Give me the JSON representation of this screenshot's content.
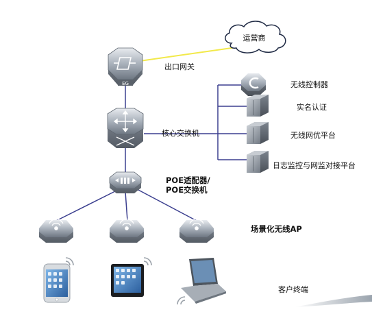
{
  "nodes": {
    "isp": {
      "label": "运营商"
    },
    "eg": {
      "label": "出口网关",
      "badge": "EG"
    },
    "core": {
      "label": "核心交换机"
    },
    "poe": {
      "label_line1": "POE适配器/",
      "label_line2": "POE交换机"
    },
    "ap": {
      "label": "场景化无线AP"
    },
    "clients": {
      "label": "客户终端"
    },
    "servers": [
      {
        "label": "无线控制器"
      },
      {
        "label": "实名认证"
      },
      {
        "label": "无线网优平台"
      },
      {
        "label": "日志监控与网监对接平台"
      }
    ]
  },
  "colors": {
    "link": "#3b3f8f",
    "wan": "#f2e94a",
    "device": "#8c96a3",
    "background": "#ffffff"
  }
}
